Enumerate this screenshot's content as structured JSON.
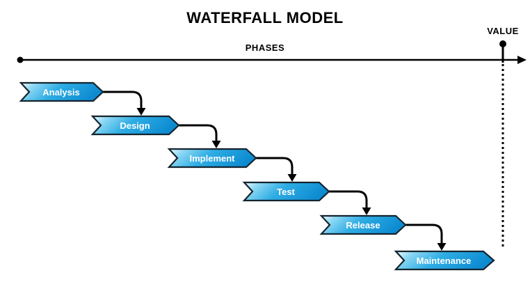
{
  "title": "WATERFALL MODEL",
  "axis": {
    "label": "PHASES"
  },
  "value_marker": {
    "label": "VALUE"
  },
  "phases": [
    {
      "label": "Analysis"
    },
    {
      "label": "Design"
    },
    {
      "label": "Implement"
    },
    {
      "label": "Test"
    },
    {
      "label": "Release"
    },
    {
      "label": "Maintenance"
    }
  ],
  "colors": {
    "banner_gradient_light": "#f4fcff",
    "banner_gradient_sky": "#8ed8f4",
    "banner_gradient_mid": "#2fade4",
    "banner_gradient_dark": "#0d8bd1",
    "banner_border": "#14242f",
    "banner_label_text": "#ffffff",
    "connector": "#000000",
    "title_text": "#000000"
  }
}
